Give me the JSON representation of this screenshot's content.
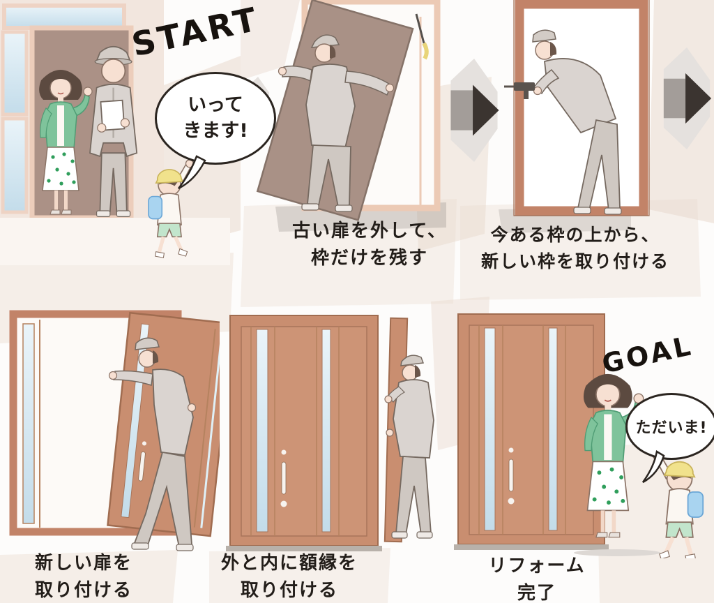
{
  "labels": {
    "start": "START",
    "goal": "GOAL"
  },
  "bubbles": {
    "leaving_line1": "いって",
    "leaving_line2": "きます!",
    "home": "ただいま!"
  },
  "steps": [
    {
      "caption_line1": "古い扉を外して、",
      "caption_line2": "枠だけを残す"
    },
    {
      "caption_line1": "今ある枠の上から、",
      "caption_line2": "新しい枠を取り付ける"
    },
    {
      "caption_line1": "新しい扉を",
      "caption_line2": "取り付ける"
    },
    {
      "caption_line1": "外と内に額縁を",
      "caption_line2": "取り付ける"
    },
    {
      "caption_line1": "リフォーム",
      "caption_line2": "完了"
    }
  ],
  "colors": {
    "door_terracotta": "#c98e70",
    "door_frame": "#c28368",
    "old_door_taupe": "#ab9287",
    "old_frame_pink": "#eccab5",
    "worker_gray": "#dad4d0",
    "cardigan_green": "#7fc39b",
    "window_blue": "#d8ebf4",
    "arrow_dark": "#3b3430",
    "beige_patch": "#e9d9ce",
    "text": "#221d19"
  }
}
